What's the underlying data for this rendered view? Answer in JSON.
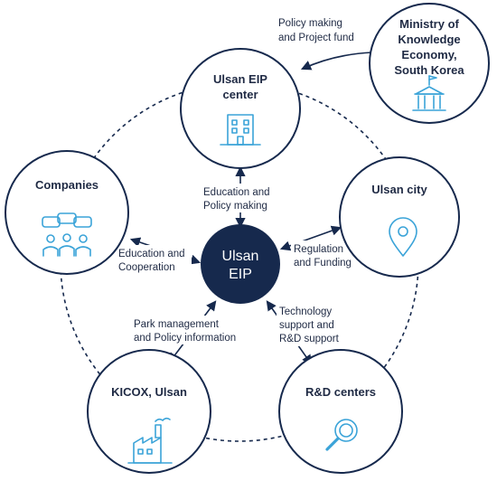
{
  "center": {
    "label_line1": "Ulsan",
    "label_line2": "EIP"
  },
  "nodes": {
    "center_eip": {
      "line1": "Ulsan EIP",
      "line2": "center"
    },
    "ministry": {
      "line1": "Ministry of",
      "line2": "Knowledge",
      "line3": "Economy,",
      "line4": "South Korea"
    },
    "companies": {
      "line1": "Companies"
    },
    "city": {
      "line1": "Ulsan city"
    },
    "kicox": {
      "line1": "KICOX, Ulsan"
    },
    "rnd": {
      "line1": "R&D centers"
    }
  },
  "edges": {
    "ministry_to_center": {
      "line1": "Policy making",
      "line2": "and Project fund"
    },
    "center_to_eip": {
      "line1": "Education and",
      "line2": "Policy making"
    },
    "companies_to_eip": {
      "line1": "Education and",
      "line2": "Cooperation"
    },
    "city_to_eip": {
      "line1": "Regulation",
      "line2": "and Funding"
    },
    "kicox_to_eip": {
      "line1": "Park management",
      "line2": "and Policy information"
    },
    "rnd_to_eip": {
      "line1": "Technology",
      "line2": "support and",
      "line3": "R&D support"
    }
  },
  "colors": {
    "navy": "#16294d",
    "icon_blue": "#3aa3d8",
    "text": "#1f2a44"
  },
  "icons": {
    "center_eip": "building-icon",
    "ministry": "government-building-icon",
    "companies": "people-chat-icon",
    "city": "location-pin-icon",
    "kicox": "factory-icon",
    "rnd": "magnifier-icon"
  }
}
